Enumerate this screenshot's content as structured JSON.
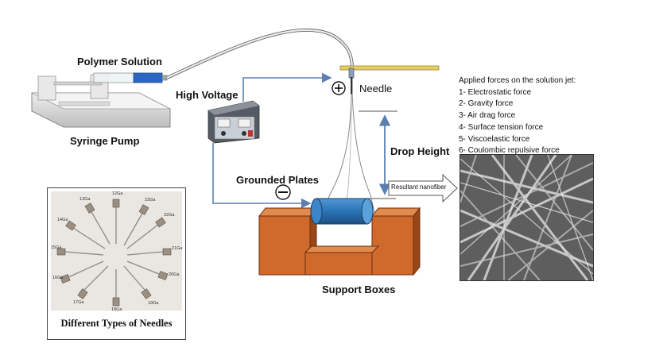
{
  "labels": {
    "polymer_solution": "Polymer Solution",
    "syringe_pump": "Syringe Pump",
    "high_voltage": "High Voltage",
    "needle": "Needle",
    "drop_height": "Drop Height",
    "grounded_plates": "Grounded Plates",
    "support_boxes": "Support Boxes",
    "resultant_nanofiber": "Resultant nanofiber"
  },
  "forces": {
    "title": "Applied forces on the solution jet:",
    "items": [
      "1- Electrostatic force",
      "2- Gravity force",
      "3- Air drag force",
      "4- Surface tension force",
      "5- Viscoelastic force",
      "6- Coulombic repulsive force"
    ]
  },
  "needles_panel": {
    "caption": "Different Types of Needles",
    "gauges": [
      "12Ga",
      "13Ga",
      "23Ga",
      "22Ga",
      "14Ga",
      "21Ga",
      "15Ga",
      "20Ga",
      "16Ga",
      "19Ga",
      "17Ga",
      "18Ga"
    ]
  },
  "colors": {
    "box_orange": "#cf6a2c",
    "box_dark": "#7a3510",
    "collector_blue": "#2c74b6",
    "arrow_blue": "#5b7fb0",
    "needle_bar": "#e5cf63"
  }
}
